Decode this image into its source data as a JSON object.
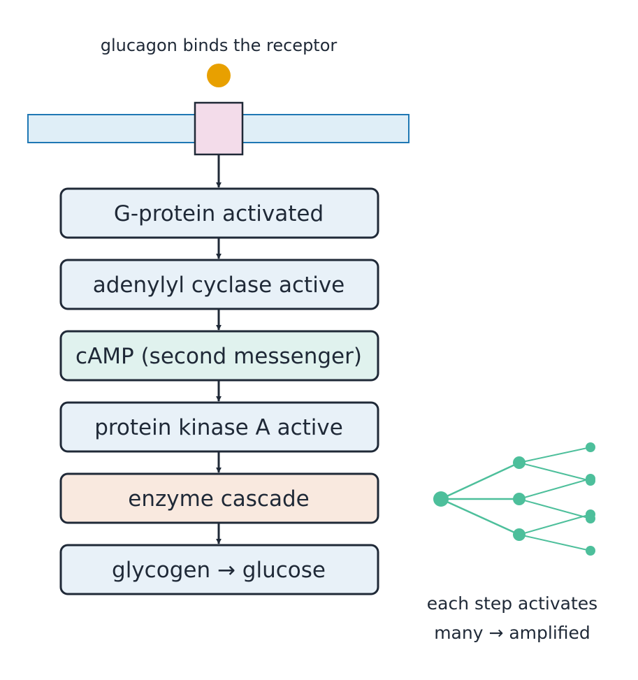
{
  "top_label": "glucagon binds the receptor",
  "steps": [
    {
      "label": "G-protein activated",
      "fill": "#e8f1f8"
    },
    {
      "label": "adenylyl cyclase active",
      "fill": "#e8f1f8"
    },
    {
      "label": "cAMP (second messenger)",
      "fill": "#e0f2ee"
    },
    {
      "label": "protein kinase A active",
      "fill": "#e8f1f8"
    },
    {
      "label": "enzyme cascade",
      "fill": "#f9e9df"
    },
    {
      "label": "glycogen → glucose",
      "fill": "#e8f1f8"
    }
  ],
  "amplification_note": {
    "line1": "each step activates",
    "line2": "many → amplified"
  },
  "colors": {
    "glucagon": "#e8a000",
    "membrane_fill": "#dfeef7",
    "membrane_stroke": "#1f78b4",
    "receptor_fill": "#f3dcea",
    "stroke": "#1f2937",
    "tree": "#4dbf9b"
  }
}
